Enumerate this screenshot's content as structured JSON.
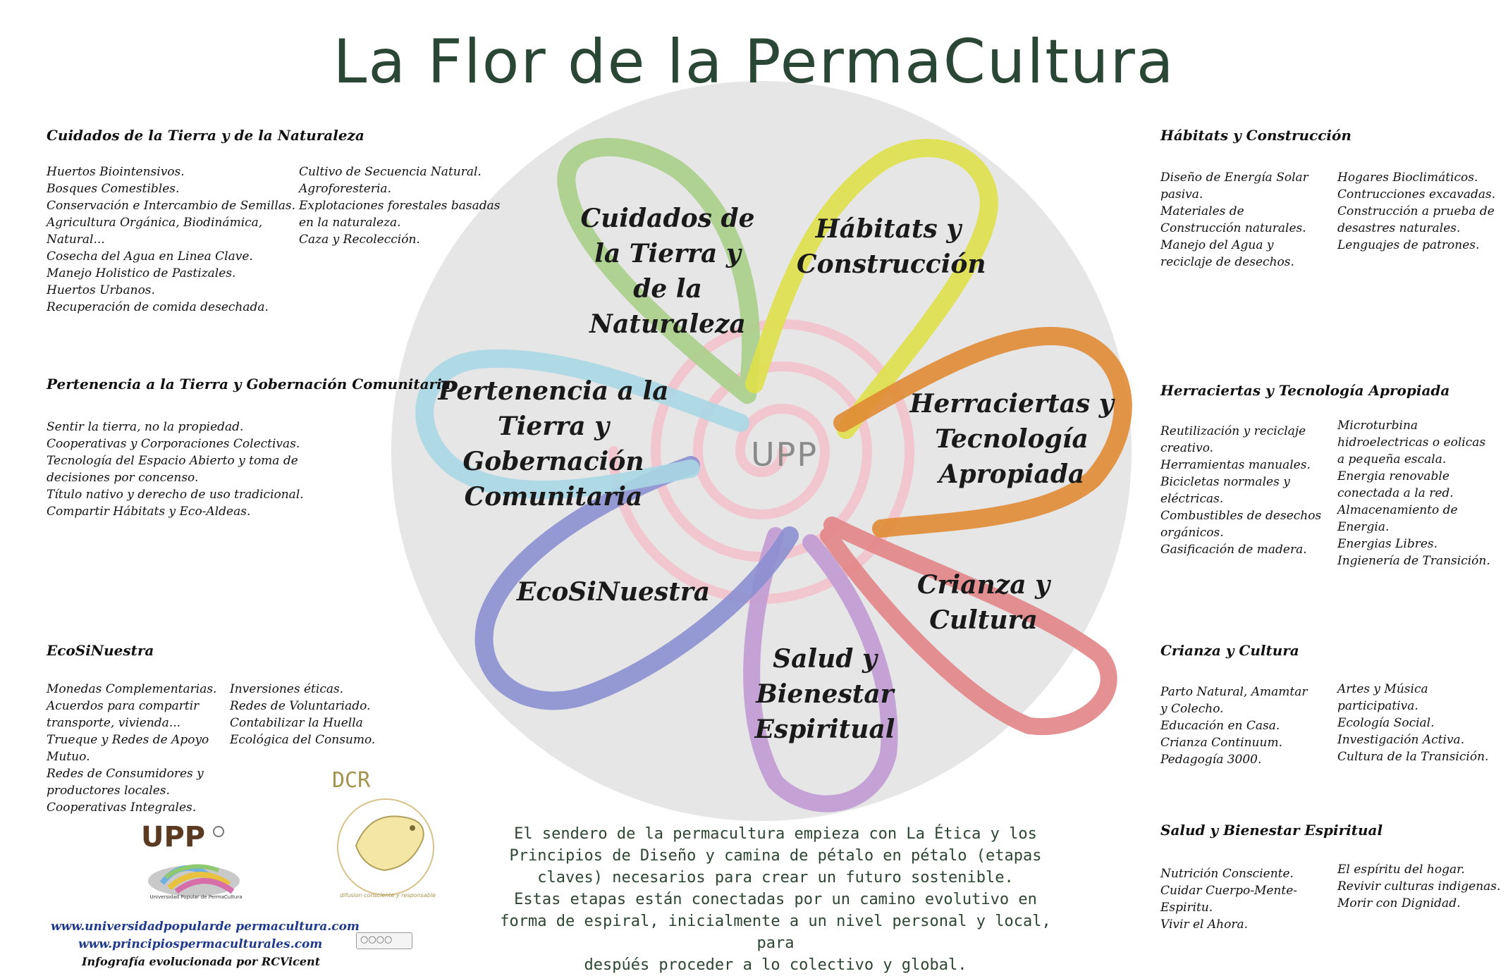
{
  "title": "La Flor de la PermaCultura",
  "center_logo": "UPP",
  "petals": [
    {
      "label": "Cuidados de la Tierra y de la Naturaleza",
      "color": "#a8cf8a"
    },
    {
      "label": "Hábitats y Construcción",
      "color": "#dfe04a"
    },
    {
      "label": "Herraciertas y Tecnología Apropiada",
      "color": "#e08b33"
    },
    {
      "label": "Crianza y Cultura",
      "color": "#e28486"
    },
    {
      "label": "Salud y Bienestar Espiritual",
      "color": "#c19ad3"
    },
    {
      "label": "EcoSiNuestra",
      "color": "#8b8fd0"
    },
    {
      "label": "Pertenencia a la Tierra y Gobernación Comunitaria",
      "color": "#a9d7e4"
    }
  ],
  "sections": {
    "cuidados": {
      "title": "Cuidados de la Tierra y de la Naturaleza",
      "col1": [
        "Huertos Biointensivos.",
        "Bosques Comestibles.",
        "Conservación e Intercambio de Semillas.",
        "Agricultura Orgánica, Biodinámica,",
        "Natural...",
        "Cosecha del Agua en Linea Clave.",
        "Manejo Holistico de Pastizales.",
        "Huertos Urbanos.",
        "Recuperación de comida desechada."
      ],
      "col2": [
        "Cultivo de Secuencia Natural.",
        "Agroforesteria.",
        "Explotaciones forestales basadas",
        "en la naturaleza.",
        "Caza y Recolección."
      ]
    },
    "pertenencia": {
      "title": "Pertenencia a la Tierra y Gobernación Comunitaria",
      "col1": [
        "Sentir la tierra, no la propiedad.",
        "Cooperativas y Corporaciones Colectivas.",
        "Tecnología del Espacio Abierto y toma de",
        "decisiones por concenso.",
        "Título nativo y derecho de uso tradicional.",
        "Compartir Hábitats y Eco-Aldeas."
      ]
    },
    "ecosinuestra": {
      "title": "EcoSiNuestra",
      "col1": [
        "Monedas Complementarias.",
        "Acuerdos para compartir",
        "transporte, vivienda...",
        "Trueque y Redes de Apoyo",
        "Mutuo.",
        "Redes de Consumidores y",
        "productores locales.",
        "Cooperativas Integrales."
      ],
      "col2": [
        "Inversiones éticas.",
        "Redes de Voluntariado.",
        "Contabilizar la Huella",
        "Ecológica del Consumo."
      ]
    },
    "habitats": {
      "title": "Hábitats y Construcción",
      "col1": [
        "Diseño de Energía Solar",
        "pasiva.",
        "Materiales de",
        "Construcción naturales.",
        "Manejo del Agua y",
        "reciclaje de desechos."
      ],
      "col2": [
        "Hogares Bioclimáticos.",
        "Contrucciones excavadas.",
        "Construcción a prueba de",
        "desastres naturales.",
        "Lenguajes de patrones."
      ]
    },
    "herraciertas": {
      "title": "Herraciertas y Tecnología Apropiada",
      "col1": [
        "Reutilización y reciclaje",
        "creativo.",
        "Herramientas manuales.",
        "Bicicletas normales y",
        "eléctricas.",
        "Combustibles de desechos",
        "orgánicos.",
        "Gasificación de madera."
      ],
      "col2": [
        "Microturbina",
        "hidroelectricas o eolicas",
        "a pequeña escala.",
        "Energia renovable",
        "conectada a la red.",
        "Almacenamiento de",
        "Energia.",
        "Energias Libres.",
        "Ingienería de Transición."
      ]
    },
    "crianza": {
      "title": "Crianza  y Cultura",
      "col1": [
        "Parto Natural, Amamtar",
        "y Colecho.",
        "Educación en Casa.",
        "Crianza Continuum.",
        "Pedagogía 3000."
      ],
      "col2": [
        "Artes y Música",
        "participativa.",
        "Ecología Social.",
        "Investigación Activa.",
        "Cultura de la Transición."
      ]
    },
    "salud": {
      "title": "Salud y Bienestar Espiritual",
      "col1": [
        "Nutrición Consciente.",
        "Cuidar Cuerpo-Mente-",
        "Espiritu.",
        "Vivir el Ahora."
      ],
      "col2": [
        "El espíritu del hogar.",
        "Revivir culturas indigenas.",
        "Morir con Dignidad."
      ]
    }
  },
  "bottom_text": [
    "El sendero de la permacultura empieza con La Ética y los",
    "Principios de Diseño y camina de pétalo en pétalo (etapas",
    "claves) necesarios para crear un futuro sostenible.",
    "Estas etapas están conectadas por un camino evolutivo en",
    "forma de espiral, inicialmente a un nivel personal y local, para",
    "despúés proceder a lo colectivo y global."
  ],
  "logos": {
    "upp": "UPP",
    "upp_caption": "Universidad Popular de PermaCultura",
    "dcr": "DCR",
    "dcr_caption": "difusion consciente y responsable"
  },
  "links": [
    "www.universidadpopularde permacultura.com",
    "www.principiospermaculturales.com"
  ],
  "credit": "Infografía evolucionada por RCVicent",
  "colors": {
    "title": "#2a4634",
    "disc": "#e6e6e6",
    "spiral": "#f2c6cf",
    "links": "#1f3a8a"
  }
}
